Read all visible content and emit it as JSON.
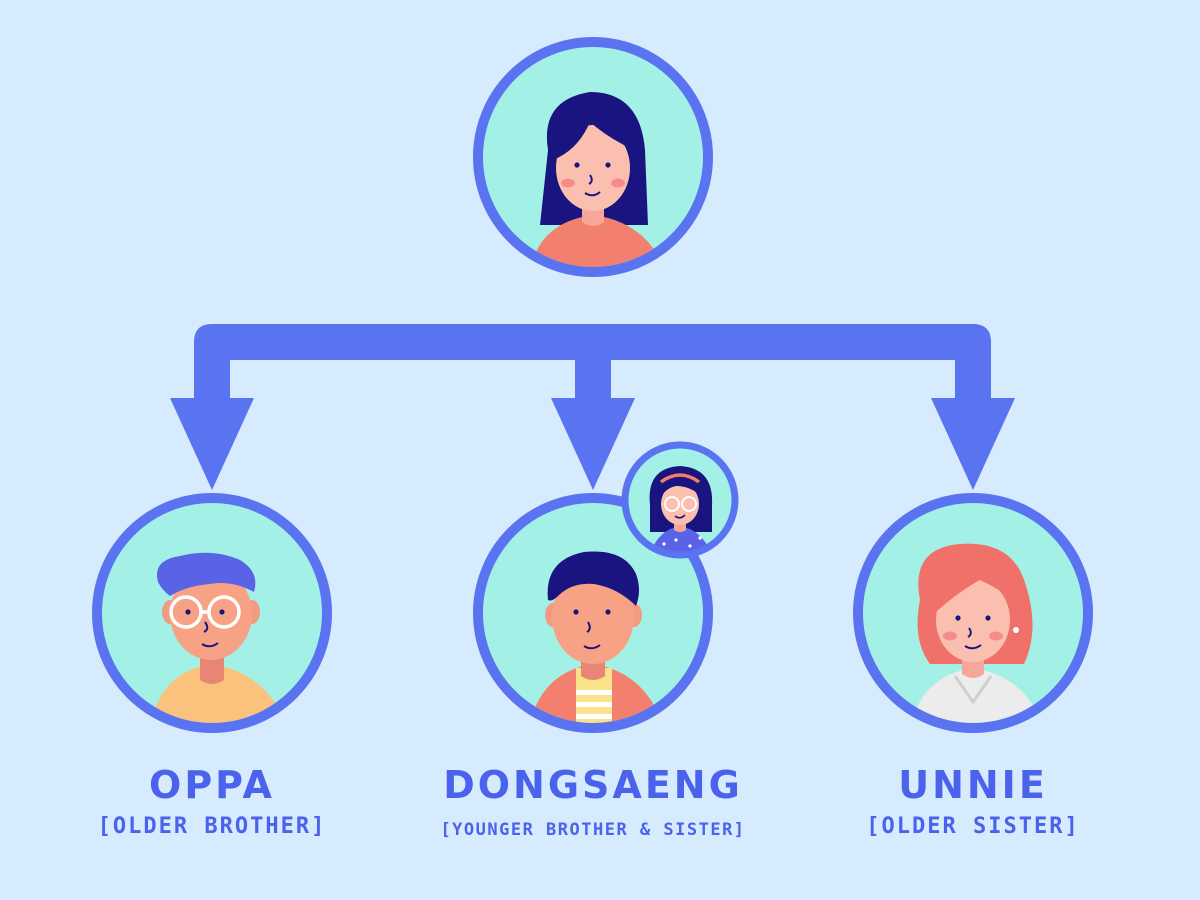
{
  "colors": {
    "background": "#d6ebfd",
    "accent": "#4a62ec",
    "ring": "#5a73f0",
    "avatar_fill": "#a3f1e6"
  },
  "nodes": {
    "parent": {
      "icon": "woman-avatar-icon"
    },
    "oppa": {
      "name": "OPPA",
      "subtitle": "[OLDER BROTHER]",
      "icon": "boy-with-glasses-avatar-icon"
    },
    "dongsaeng": {
      "name": "DONGSAENG",
      "subtitle": "[YOUNGER BROTHER & SISTER]",
      "icon": "boy-avatar-icon",
      "badge_icon": "girl-with-glasses-avatar-icon"
    },
    "unnie": {
      "name": "UNNIE",
      "subtitle": "[OLDER SISTER]",
      "icon": "woman-red-hair-avatar-icon"
    }
  }
}
